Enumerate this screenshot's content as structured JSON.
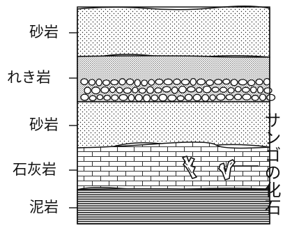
{
  "diagram": {
    "layers": [
      {
        "label": "砂岩",
        "rock": "sandstone"
      },
      {
        "label": "れき岩",
        "rock": "conglomerate"
      },
      {
        "label": "砂岩",
        "rock": "sandstone"
      },
      {
        "label": "石灰岩",
        "rock": "limestone"
      },
      {
        "label": "泥岩",
        "rock": "mudstone"
      }
    ],
    "fossil_label": "サンゴの化石",
    "colors": {
      "line": "#111111",
      "background": "#ffffff"
    }
  }
}
